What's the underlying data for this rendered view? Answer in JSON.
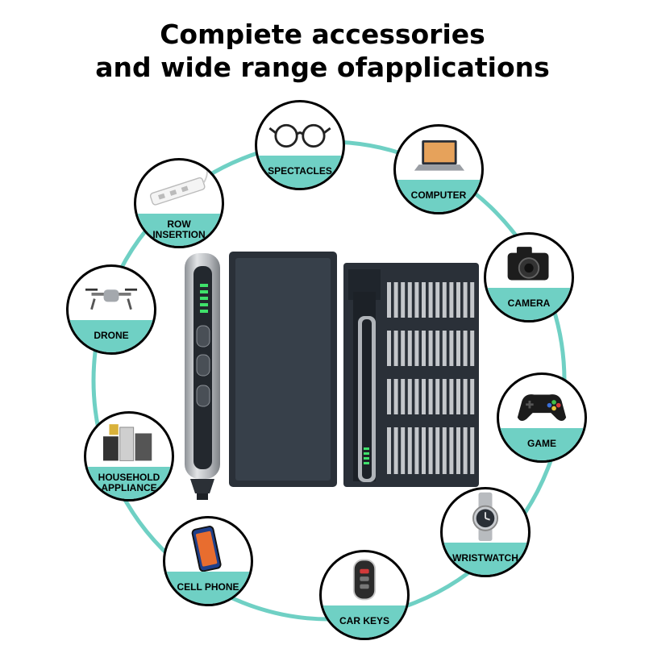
{
  "title": {
    "line1": "Compiete accessories",
    "line2": "and wide range ofapplications"
  },
  "colors": {
    "ring": "#6fd0c4",
    "band": "#6fd0c4",
    "case": "#2c333b",
    "pen_body": "#b9bcc0",
    "led": "#3fe06a"
  },
  "applications": [
    {
      "label": "SPECTACLES",
      "icon": "glasses-icon"
    },
    {
      "label": "COMPUTER",
      "icon": "laptop-icon"
    },
    {
      "label": "CAMERA",
      "icon": "camera-icon"
    },
    {
      "label": "GAME",
      "icon": "gamepad-icon"
    },
    {
      "label": "WRISTWATCH",
      "icon": "watch-icon"
    },
    {
      "label": "CAR KEYS",
      "icon": "car-key-icon"
    },
    {
      "label": "CELL PHONE",
      "icon": "phone-icon"
    },
    {
      "label": "HOUSEHOLD APPLIANCE",
      "icon": "appliance-icon"
    },
    {
      "label": "DRONE",
      "icon": "drone-icon"
    },
    {
      "label": "ROW INSERTION",
      "icon": "power-strip-icon"
    }
  ]
}
